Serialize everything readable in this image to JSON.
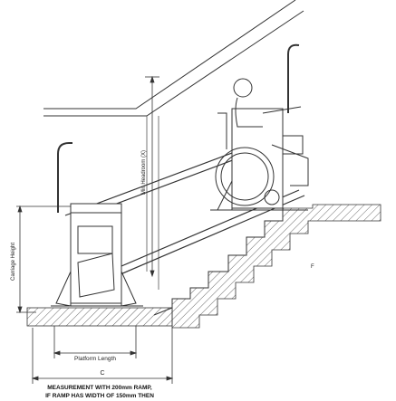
{
  "labels": {
    "carriage_height": "Carriage Height",
    "min_headroom": "Min Headroom (X)",
    "platform_length": "Platform Length",
    "dimension_c": "C",
    "dimension_f": "F"
  },
  "caption": {
    "line1": "MEASUREMENT WITH 200mm RAMP,",
    "line2": "IF RAMP HAS WIDTH OF 150mm THEN"
  }
}
